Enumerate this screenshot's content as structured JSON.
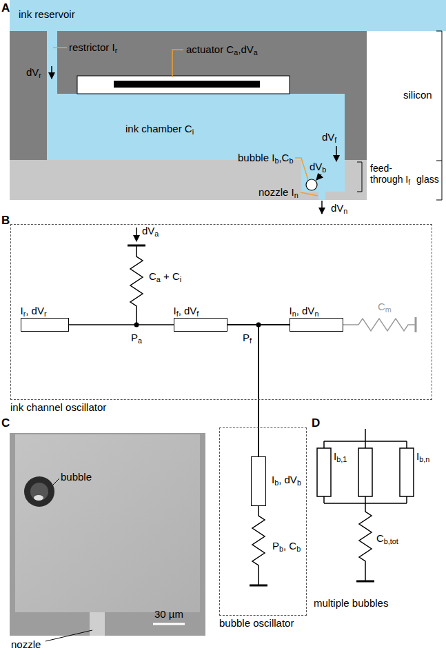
{
  "diagram": {
    "nodes": [
      {
        "text": [
          "ink channel oscillator"
        ]
      },
      {
        "text": [
          "Ir, dVr"
        ],
        "in": 0
      },
      {
        "text": [
          "If, dVf"
        ],
        "in": 0
      },
      {
        "text": [
          "In, dVn"
        ],
        "in": 0
      },
      {
        "text": [
          "bubble oscillator"
        ]
      },
      {
        "text": [
          "Ib, dVb"
        ],
        "in": 4
      }
    ],
    "edges": [
      {
        "from": 1,
        "to": 2,
        "arrow": "none"
      },
      {
        "from": 2,
        "to": 3,
        "arrow": "none"
      },
      {
        "from": 2,
        "to": 5,
        "arrow": "none"
      },
      {
        "from": 3,
        "to": 5,
        "arrow": "none"
      }
    ],
    "labels": [
      "A",
      "ink reservoir",
      "restrictor Ir",
      "dVr",
      "actuator Ca,dVa",
      "silicon",
      "ink chamber Ci",
      "dVf",
      "feed-through If",
      "bubble Ib,Cb",
      "dVb",
      "nozzle In",
      "glass",
      "dVn",
      "B",
      "dVa",
      "Ca + Ci",
      "Pa",
      "Pf",
      "Cm",
      "Pb, Cb",
      "C",
      "bubble",
      "nozzle",
      "30 µm",
      "D",
      "Ib,1",
      "Ib,n",
      "Cb,tot",
      "multiple bubbles"
    ]
  }
}
